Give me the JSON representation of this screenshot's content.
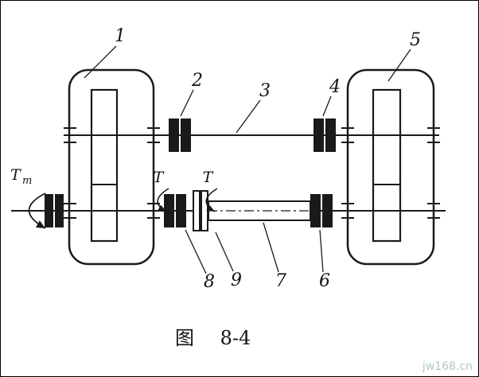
{
  "diagram": {
    "parts": {
      "p1": "1",
      "p2": "2",
      "p3": "3",
      "p4": "4",
      "p5": "5",
      "p6": "6",
      "p7": "7",
      "p8": "8",
      "p9": "9"
    },
    "torque_input": {
      "symbol": "T",
      "subscript": "m"
    },
    "torque_left": "T",
    "torque_right": "T",
    "caption": {
      "prefix": "图",
      "number": "8-4"
    },
    "watermark": "jw168.cn",
    "colors": {
      "ink": "#1a1a1a",
      "watermark": "#aec6c6",
      "background": "#ffffff"
    }
  }
}
